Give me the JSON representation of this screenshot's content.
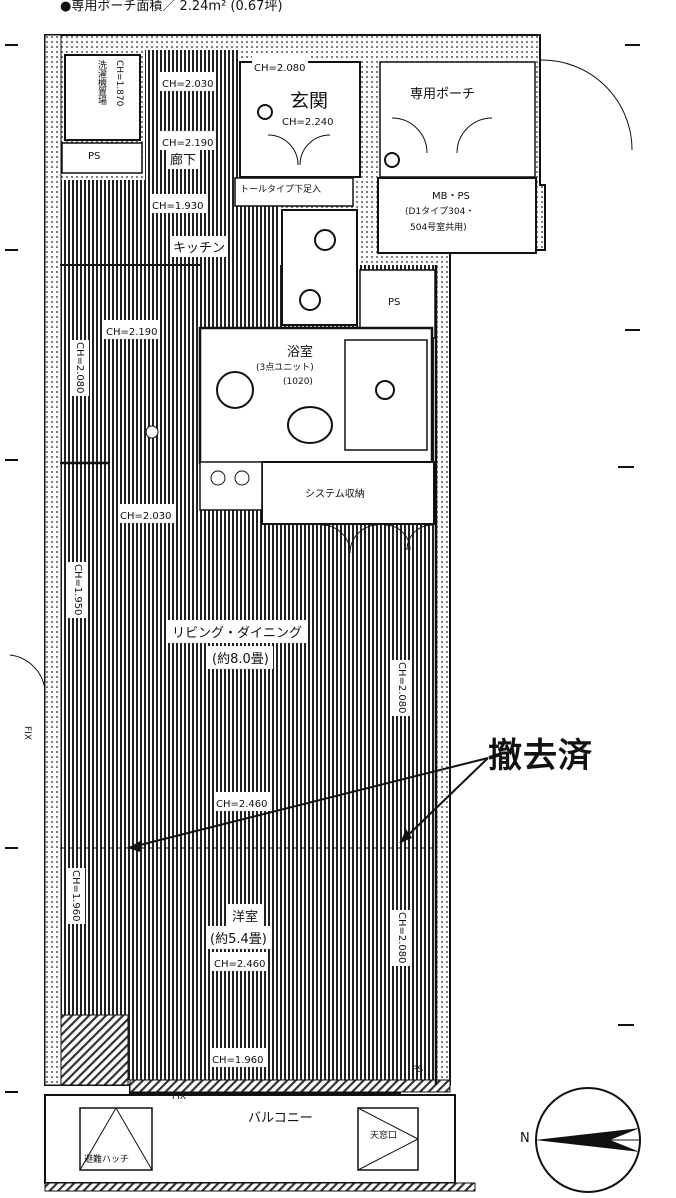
{
  "header": {
    "area_text": "●専用ポーチ面積／ 2.24m² (0.67坪)"
  },
  "rooms": {
    "genkan": {
      "name": "玄関",
      "ch": "CH=2.240"
    },
    "porch": {
      "name": "専用ポーチ"
    },
    "kitchen": {
      "name": "キッチン"
    },
    "hallway": {
      "name": "廊下"
    },
    "bath": {
      "name": "浴室",
      "sub1": "(3点ユニット)",
      "sub2": "(1020)"
    },
    "living": {
      "name": "リビング・ダイニング",
      "size": "(約8.0畳)"
    },
    "western": {
      "name": "洋室",
      "size": "(約5.4畳)"
    },
    "balcony": {
      "name": "バルコニー"
    },
    "system_storage": {
      "name": "システム収納"
    },
    "mb_ps": {
      "line1": "MB・PS",
      "line2": "(D1タイプ304・",
      "line3": "504号室共用)"
    },
    "laundry": {
      "name": "洗濯機置場",
      "ch": "CH=1.870"
    }
  },
  "labels": {
    "ps": "PS",
    "ps_small": "PS",
    "tall_shoe": "トールタイプ下足入",
    "fix": "FIX",
    "fix_side": "FIX",
    "evac_hatch": "避難ハッチ",
    "skylight": "天窓口"
  },
  "ceiling_heights": {
    "ch_top1": "CH=2.080",
    "ch_top2": "CH=2.030",
    "ch_hall": "CH=2.190",
    "ch_kit": "CH=1.930",
    "ch_left1": "CH=2.190",
    "ch_left_v": "CH=2.080",
    "ch_liv_top": "CH=2.030",
    "ch_left_v2": "CH=1.950",
    "ch_right_v": "CH=2.080",
    "ch_mid": "CH=2.460",
    "ch_west": "CH=2.460",
    "ch_left_v3": "CH=1.960",
    "ch_right_v2": "CH=2.080",
    "ch_bottom": "CH=1.960"
  },
  "annotation": {
    "removed": "撤去済"
  },
  "compass": {
    "north": "N"
  }
}
